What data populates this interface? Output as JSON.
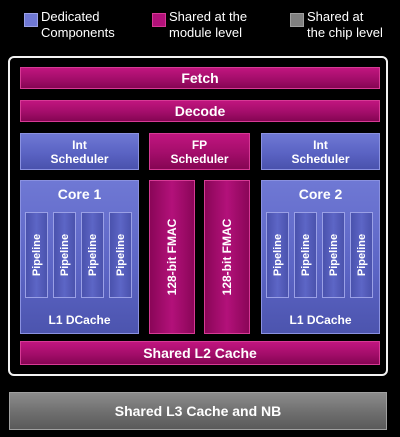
{
  "legend": {
    "dedicated": {
      "label_line1": "Dedicated",
      "label_line2": "Components",
      "color": "#6f78d4"
    },
    "shared_module": {
      "label_line1": "Shared at the",
      "label_line2": "module level",
      "color": "#b3117a"
    },
    "shared_chip": {
      "label_line1": "Shared at",
      "label_line2": "the chip level",
      "color": "#808080"
    }
  },
  "module": {
    "fetch": "Fetch",
    "decode": "Decode",
    "int_scheduler_left": {
      "line1": "Int",
      "line2": "Scheduler"
    },
    "fp_scheduler": {
      "line1": "FP",
      "line2": "Scheduler"
    },
    "int_scheduler_right": {
      "line1": "Int",
      "line2": "Scheduler"
    },
    "core1": {
      "title": "Core 1",
      "pipelines": [
        "Pipeline",
        "Pipeline",
        "Pipeline",
        "Pipeline"
      ],
      "cache": "L1 DCache"
    },
    "core2": {
      "title": "Core 2",
      "pipelines": [
        "Pipeline",
        "Pipeline",
        "Pipeline",
        "Pipeline"
      ],
      "cache": "L1 DCache"
    },
    "fmac": [
      "128-bit FMAC",
      "128-bit FMAC"
    ],
    "l2": "Shared L2 Cache"
  },
  "chip": {
    "l3": "Shared L3 Cache and NB"
  }
}
